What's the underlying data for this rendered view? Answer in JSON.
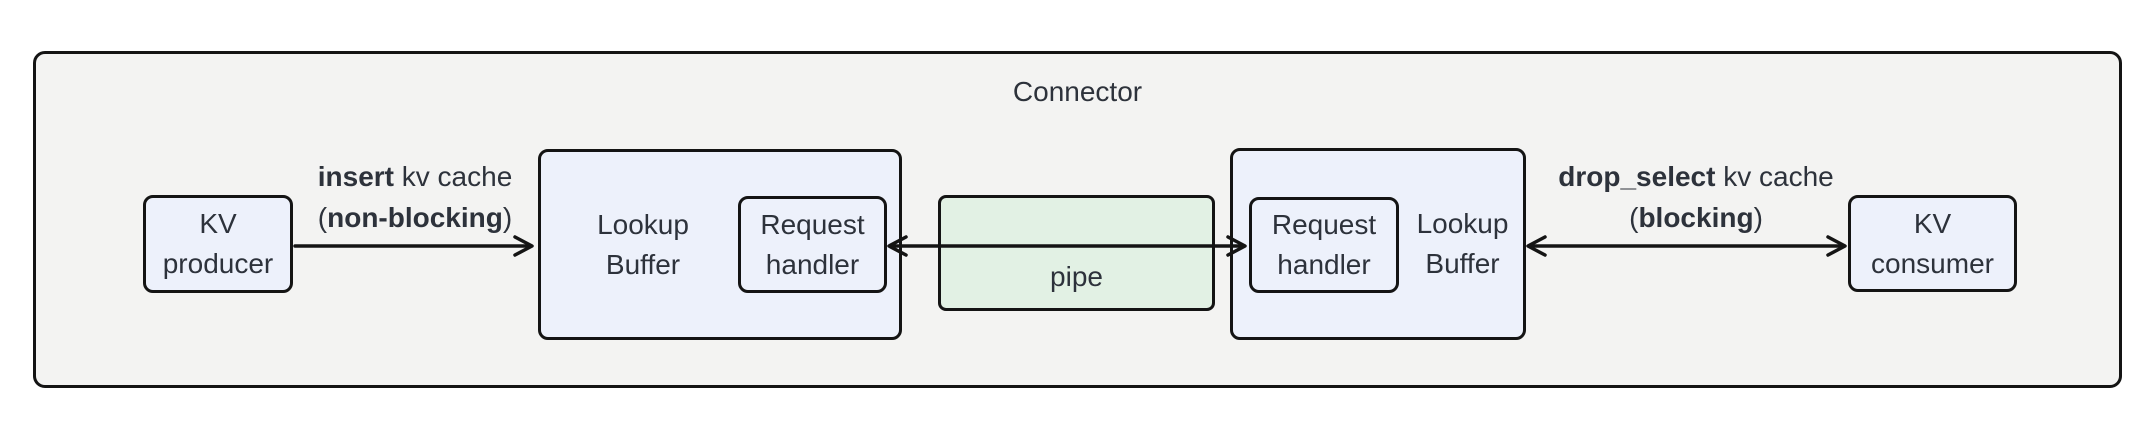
{
  "title": "Connector",
  "colors": {
    "canvas_bg": "#ffffff",
    "container_bg": "#f3f3f2",
    "node_bg": "#edf1fb",
    "pipe_bg": "#e2f1e4",
    "border": "#141414",
    "text": "#2d323b"
  },
  "nodes": {
    "kv_producer": {
      "line1": "KV",
      "line2": "producer"
    },
    "lookup_buffer_left": {
      "line1": "Lookup",
      "line2": "Buffer"
    },
    "request_handler_left": {
      "line1": "Request",
      "line2": "handler"
    },
    "pipe": {
      "label": "pipe"
    },
    "request_handler_right": {
      "line1": "Request",
      "line2": "handler"
    },
    "lookup_buffer_right": {
      "line1": "Lookup",
      "line2": "Buffer"
    },
    "kv_consumer": {
      "line1": "KV",
      "line2": "consumer"
    }
  },
  "edges": {
    "insert": {
      "verb": "insert",
      "object": " kv cache",
      "lparen": "(",
      "mode": "non-blocking",
      "rparen": ")"
    },
    "drop_select": {
      "verb": "drop_select",
      "object": " kv cache",
      "lparen": "(",
      "mode": "blocking",
      "rparen": ")"
    }
  }
}
